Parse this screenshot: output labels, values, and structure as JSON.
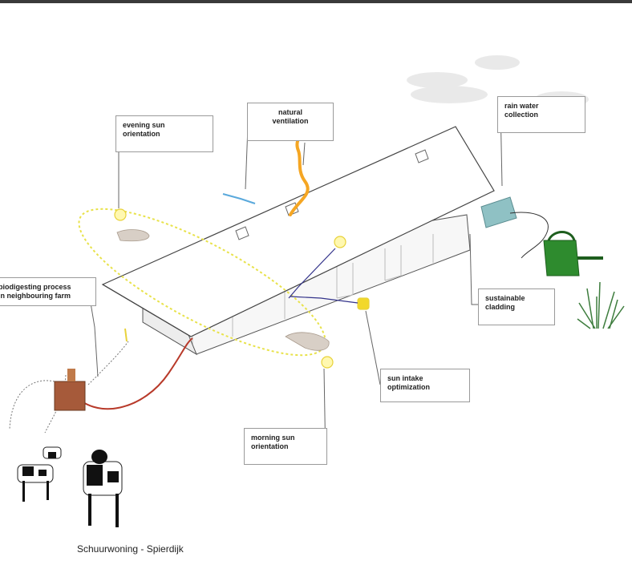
{
  "labels": {
    "natural_ventilation": "natural\nventilation",
    "evening_sun": "evening sun\norientation",
    "rain_water": "rain water\ncollection",
    "biodigesting": "biodigesting process\nin neighbouring farm",
    "sustainable_cladding": "sustainable\ncladding",
    "sun_intake": "sun intake\noptimization",
    "morning_sun": "morning sun\norientation"
  },
  "caption": "Schuurwoning - Spierdijk",
  "colors": {
    "sun_path": "#e8e24a",
    "airflow": "#f5a623",
    "water_pipe": "#b83a2a",
    "watering_can": "#2e8b2e",
    "rain_tank": "#8fc1c4",
    "ventilation_line": "#5aa9dc",
    "sun_ray": "#33338a"
  }
}
